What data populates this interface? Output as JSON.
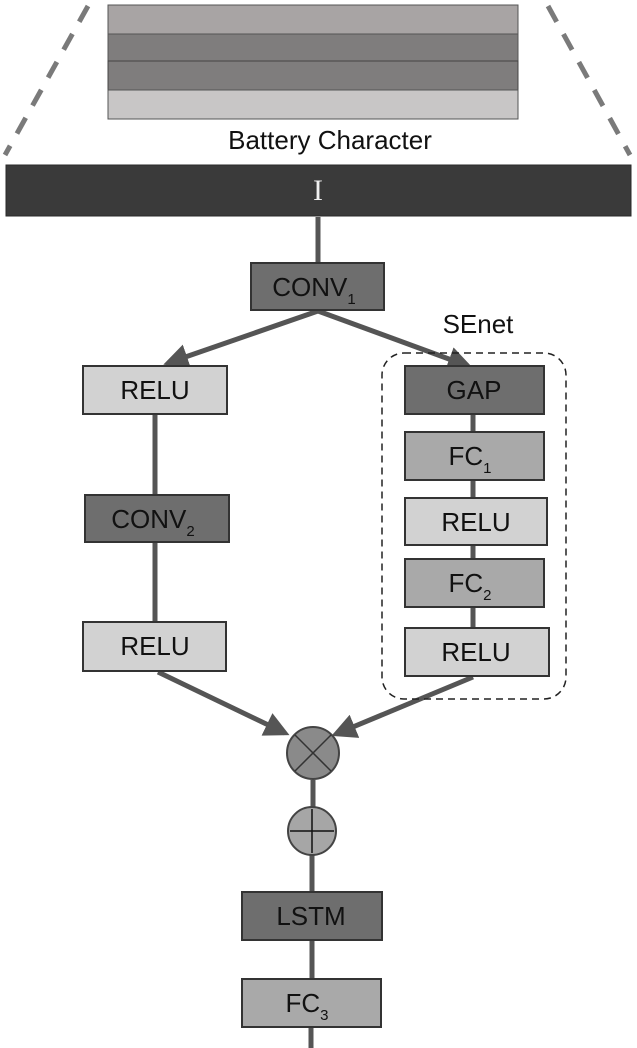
{
  "diagram": {
    "battery_label": "Battery Character",
    "input_label": "I",
    "senet_label": "SEnet",
    "colors": {
      "dark_block": "#6e6e6e",
      "medium_block": "#a9a9a9",
      "light_block": "#d2d2d2",
      "input_bar": "#3a3a3a",
      "edge": "#555555",
      "battery_layers": [
        "#a8a4a4",
        "#7f7d7d",
        "#7f7d7d",
        "#c8c6c6"
      ]
    },
    "nodes": {
      "conv1": {
        "label": "CONV",
        "sub": "1"
      },
      "relu_left_1": {
        "label": "RELU",
        "sub": ""
      },
      "conv2": {
        "label": "CONV",
        "sub": "2"
      },
      "relu_left_2": {
        "label": "RELU",
        "sub": ""
      },
      "gap": {
        "label": "GAP",
        "sub": ""
      },
      "fc1": {
        "label": "FC",
        "sub": "1"
      },
      "relu_se_1": {
        "label": "RELU",
        "sub": ""
      },
      "fc2": {
        "label": "FC",
        "sub": "2"
      },
      "relu_se_2": {
        "label": "RELU",
        "sub": ""
      },
      "lstm": {
        "label": "LSTM",
        "sub": ""
      },
      "fc3": {
        "label": "FC",
        "sub": "3"
      }
    },
    "operators": {
      "multiply": "multiply-operator",
      "add": "add-operator"
    }
  }
}
